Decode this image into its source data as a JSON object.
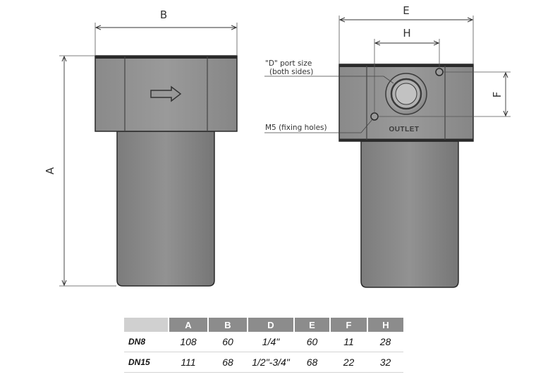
{
  "labels": {
    "A": "A",
    "B": "B",
    "E": "E",
    "H": "H",
    "F": "F",
    "port_line1": "\"D\" port size",
    "port_line2": "(both sides)",
    "fixing": "M5 (fixing holes)",
    "outlet": "OUTLET"
  },
  "table": {
    "headers": [
      "A",
      "B",
      "D",
      "E",
      "F",
      "H"
    ],
    "rows": [
      {
        "model": "DN8",
        "values": [
          "108",
          "60",
          "1/4\"",
          "60",
          "11",
          "28"
        ]
      },
      {
        "model": "DN15",
        "values": [
          "111",
          "68",
          "1/2\"-3/4\"",
          "68",
          "22",
          "32"
        ]
      }
    ]
  },
  "icons": {
    "flow_arrow": "right-arrow-icon"
  }
}
